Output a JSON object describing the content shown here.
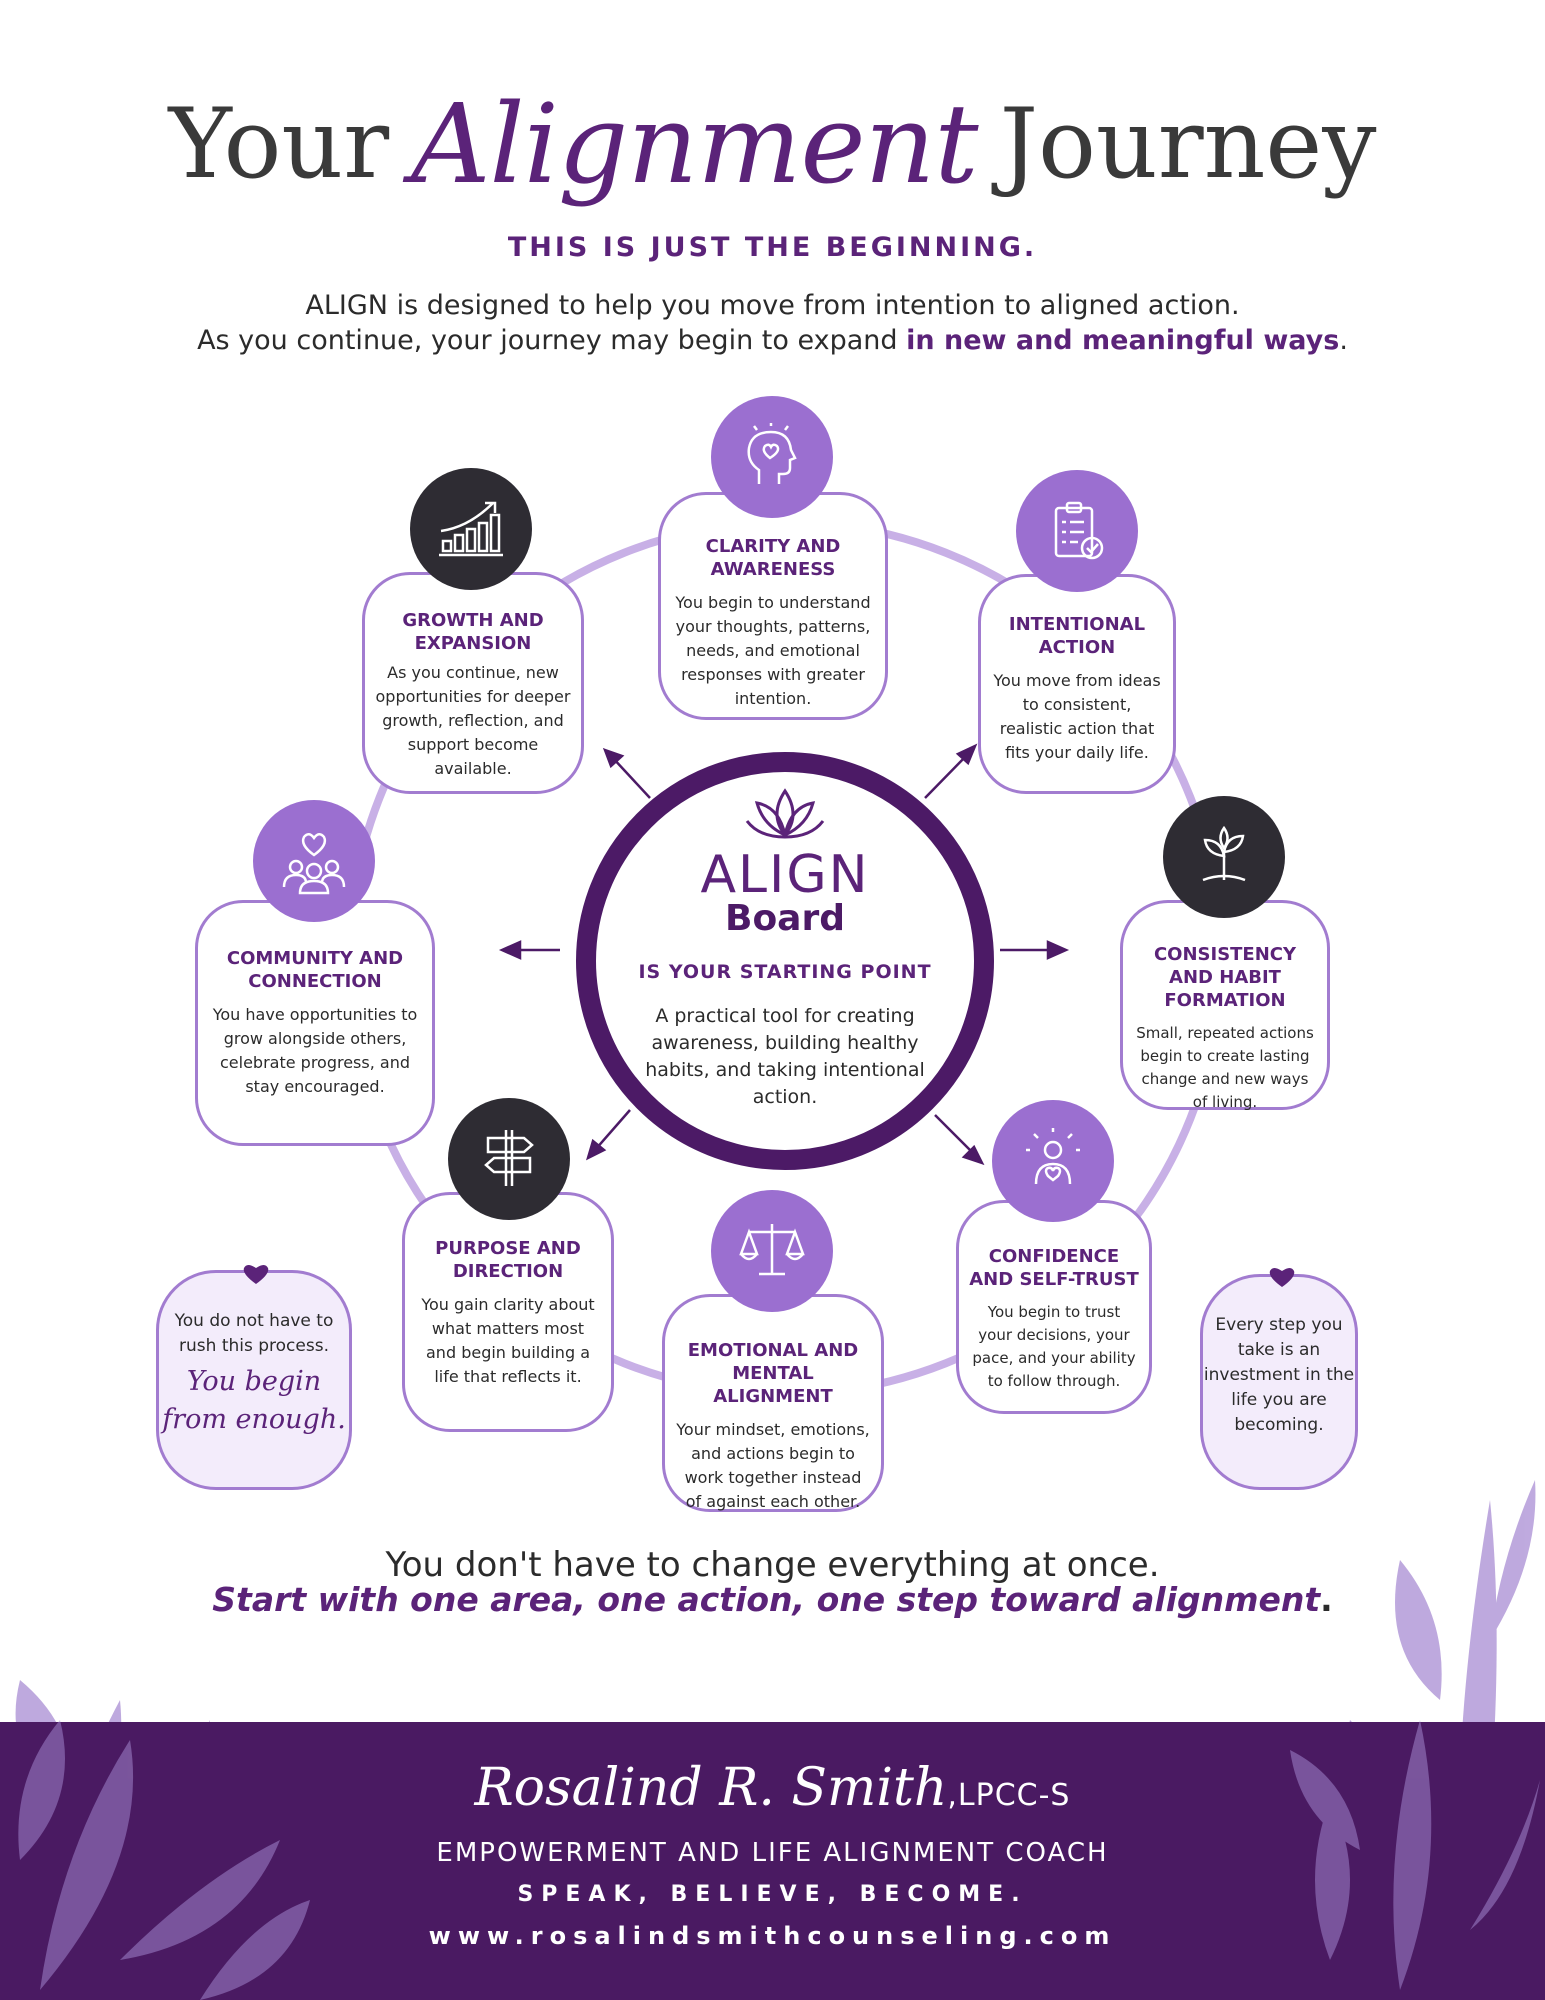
{
  "header": {
    "title_part1": "Your",
    "title_script": "Alignment",
    "title_part2": "Journey",
    "subtitle": "THIS IS JUST THE BEGINNING.",
    "intro_line1": "ALIGN is designed to help you move from intention to aligned action.",
    "intro_line2_plain": "As you continue, your journey may begin to expand ",
    "intro_line2_bold": "in new and meaningful ways",
    "intro_line2_end": "."
  },
  "hub": {
    "align": "ALIGN",
    "board": "Board",
    "starting": "IS YOUR STARTING POINT",
    "desc": "A practical tool for creating awareness, building healthy habits, and taking intentional action."
  },
  "areas": {
    "clarity": {
      "title": "CLARITY AND AWARENESS",
      "desc": "You begin to understand your thoughts, patterns, needs, and emotional responses with greater intention.",
      "icon": "head-heart-icon"
    },
    "intentional": {
      "title": "INTENTIONAL ACTION",
      "desc": "You move from ideas to consistent, realistic action that fits your daily life.",
      "icon": "clipboard-check-icon"
    },
    "consistency": {
      "title": "CONSISTENCY AND HABIT FORMATION",
      "desc": "Small, repeated actions begin to create lasting change and new ways of living.",
      "icon": "sprout-icon"
    },
    "confidence": {
      "title": "CONFIDENCE AND SELF-TRUST",
      "desc": "You begin to trust your decisions, your pace, and your ability to follow through.",
      "icon": "self-hug-icon"
    },
    "emotional": {
      "title": "EMOTIONAL AND MENTAL ALIGNMENT",
      "desc": "Your mindset, emotions, and actions begin to work together instead of against each other.",
      "icon": "balance-scale-icon"
    },
    "purpose": {
      "title": "PURPOSE AND DIRECTION",
      "desc": "You gain clarity about what matters most and begin building a life that reflects it.",
      "icon": "signpost-icon"
    },
    "community": {
      "title": "COMMUNITY AND CONNECTION",
      "desc": "You have opportunities to grow alongside others, celebrate progress, and stay encouraged.",
      "icon": "people-heart-icon"
    },
    "growth": {
      "title": "GROWTH AND EXPANSION",
      "desc": "As you continue, new opportunities for deeper growth, reflection, and support become available.",
      "icon": "growth-chart-icon"
    }
  },
  "notes": {
    "left_text": "You do not have to rush this process.",
    "left_script": "You begin from enough.",
    "right_text": "Every step you take is an investment in the life you are becoming."
  },
  "closing": {
    "line1": "You don't have to change everything at once.",
    "line2": "Start with one area, one action, one step toward alignment",
    "line2_end": "."
  },
  "footer": {
    "name": "Rosalind R. Smith",
    "credential": ",LPCC-S",
    "role": "EMPOWERMENT AND LIFE ALIGNMENT COACH",
    "tagline": "SPEAK, BELIEVE, BECOME.",
    "url": "www.rosalindsmithcounseling.com"
  },
  "colors": {
    "brand_purple": "#5b2379",
    "light_purple": "#9b6fd0",
    "footer_bg": "#4a1a62"
  }
}
